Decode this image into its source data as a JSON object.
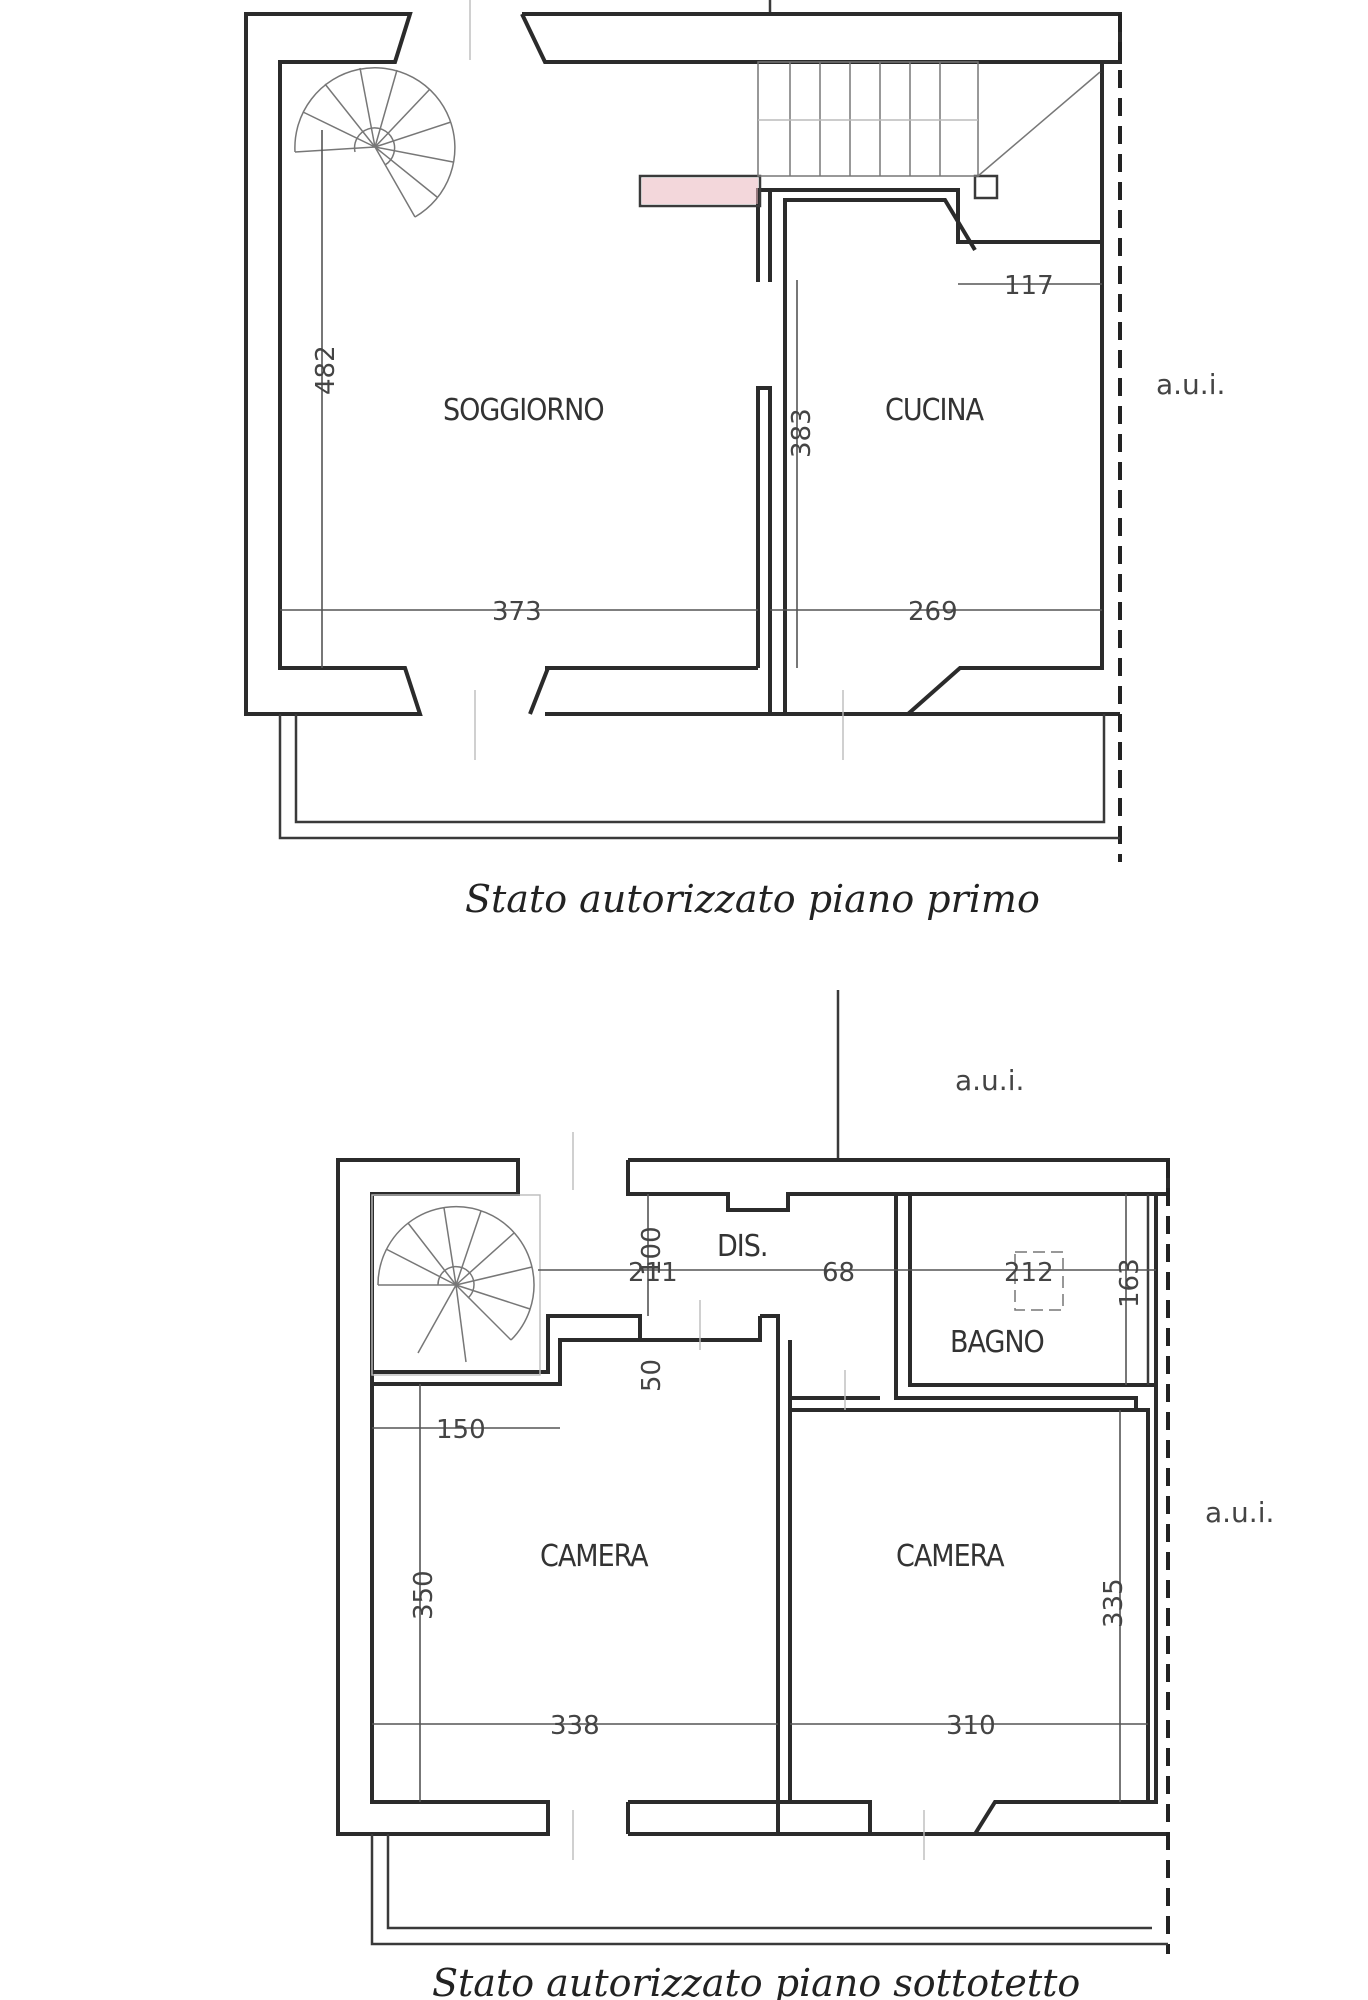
{
  "plans": [
    {
      "caption": "Stato autorizzato piano primo",
      "rooms": [
        {
          "name": "SOGGIORNO"
        },
        {
          "name": "CUCINA"
        }
      ],
      "dimensions": {
        "soggiorno_height": "482",
        "soggiorno_width": "373",
        "cucina_height": "383",
        "cucina_width": "269",
        "cucina_top": "117"
      },
      "neighbor_label": "a.u.i."
    },
    {
      "caption": "Stato autorizzato piano sottotetto",
      "rooms": [
        {
          "name": "DIS."
        },
        {
          "name": "BAGNO"
        },
        {
          "name": "CAMERA"
        },
        {
          "name": "CAMERA"
        }
      ],
      "dimensions": {
        "dis_height": "100",
        "dis_width_left": "211",
        "dis_width_right": "68",
        "bagno_width": "212",
        "bagno_height": "163",
        "stair_gap": "50",
        "camera1_top": "150",
        "camera1_height": "350",
        "camera1_width": "338",
        "camera2_width": "310",
        "camera2_height": "335"
      },
      "neighbor_label_top": "a.u.i.",
      "neighbor_label_right": "a.u.i."
    }
  ]
}
